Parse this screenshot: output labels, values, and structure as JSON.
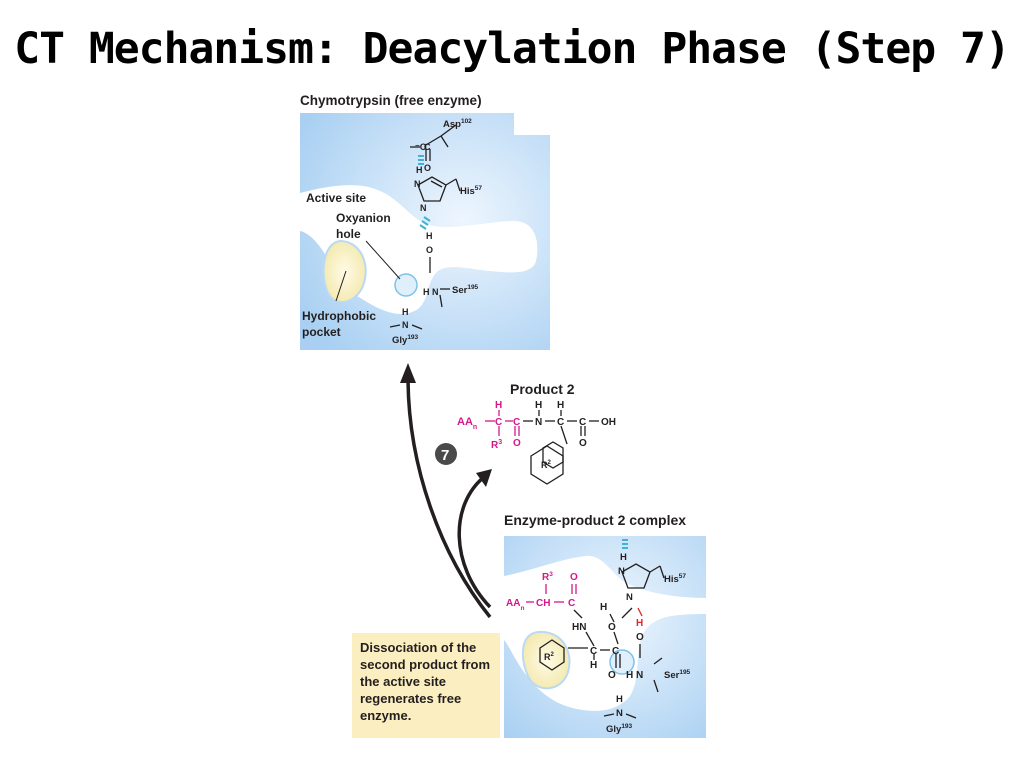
{
  "title": "CT Mechanism: Deacylation Phase (Step 7)",
  "top_panel": {
    "header": "Chymotrypsin",
    "header_sub": "(free enzyme)",
    "labels": {
      "active_site": "Active site",
      "oxyanion": "Oxyanion",
      "hole": "hole",
      "hydrophobic": "Hydrophobic",
      "pocket": "pocket"
    },
    "residues": {
      "asp": "Asp",
      "asp_num": "102",
      "his": "His",
      "his_num": "57",
      "ser": "Ser",
      "ser_num": "195",
      "gly": "Gly",
      "gly_num": "193"
    },
    "atoms": {
      "o_minus": "⁻O",
      "c": "C",
      "o": "O",
      "h": "H",
      "n": "N"
    }
  },
  "product": {
    "header": "Product 2",
    "aa": "AA",
    "n_sub": "n",
    "r3": "R",
    "r3_sup": "3",
    "r2": "R",
    "r2_sup": "2",
    "oh": "OH"
  },
  "step": {
    "number": "7"
  },
  "complex": {
    "header": "Enzyme-product 2 complex",
    "hn": "HN"
  },
  "caption": "Dissociation of the second product from the active site regenerates free enzyme.",
  "colors": {
    "background": "#ffffff",
    "panel_blue": "#b9d9f5",
    "panel_light": "#e8f3fd",
    "pocket_yellow": "#fbf3c6",
    "magenta": "#d6178a",
    "cyan": "#3fb2d6",
    "red": "#e0262b",
    "caption_bg": "#fbeec0",
    "text": "#231f20"
  }
}
